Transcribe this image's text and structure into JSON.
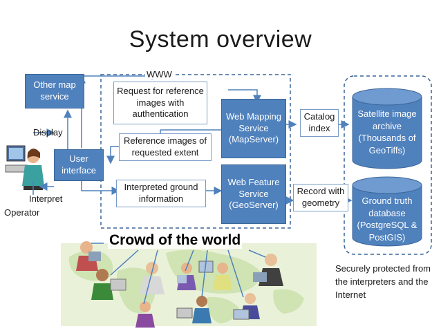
{
  "title": "System overview",
  "nodes": {
    "other_map": "Other map service",
    "user_interface": "User interface",
    "request": "Request for reference images with authentication",
    "reference": "Reference images of requested extent",
    "interpreted": "Interpreted ground information",
    "wms": "Web Mapping Service (MapServer)",
    "wfs": "Web Feature Service (GeoServer)",
    "catalog": "Catalog index",
    "record": "Record with geometry",
    "satellite": "Satellite image archive (Thousands of GeoTiffs)",
    "ground_truth": "Ground truth database (PostgreSQL & PostGIS)"
  },
  "labels": {
    "www": "WWW",
    "display": "Display",
    "interpret": "Interpret",
    "operator": "Operator",
    "crowd": "Crowd of the world",
    "secure": "Securely protected from the interpreters and the Internet"
  }
}
